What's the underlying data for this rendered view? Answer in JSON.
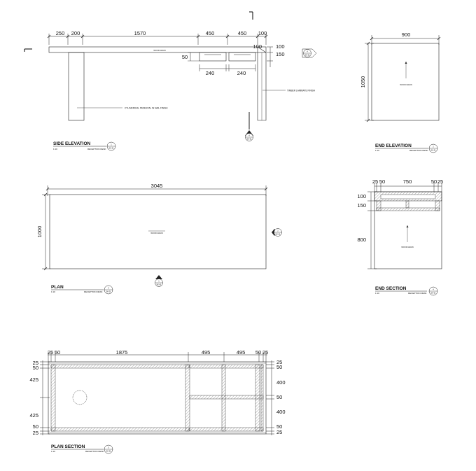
{
  "views": {
    "side_elevation": {
      "title": "SIDE ELEVATION",
      "scale": "1:10",
      "drawing": "RECEPTION DESK",
      "number": "1",
      "sheet": "SK-01",
      "dims_top": [
        "250",
        "200",
        "1570",
        "450",
        "450",
        "100"
      ],
      "dims_right": [
        "100",
        "150"
      ],
      "dim_50": "50",
      "dims_drawer": [
        "240",
        "240"
      ],
      "notes": [
        "WOOD GRAIN",
        "CYLINDRICAL PEDESTAL IN NAIL FINISH",
        "TIMBER LAMINATE FINISH"
      ],
      "tag_b": {
        "number": "4",
        "sheet": "SK-01"
      },
      "tag_c": {
        "number": "4",
        "sheet": "SK-01"
      }
    },
    "end_elevation": {
      "title": "END ELEVATION",
      "scale": "1:10",
      "drawing": "RECEPTION DESK",
      "number": "2",
      "sheet": "SK-01",
      "dim_width": "900",
      "dim_height": "1050",
      "note": "WOOD GRAIN"
    },
    "plan": {
      "title": "PLAN",
      "scale": "1:10",
      "drawing": "RECEPTION DESK",
      "number": "3",
      "sheet": "SK-01",
      "dim_width": "3045",
      "dim_height": "1000",
      "note": "WOOD GRAIN",
      "tag_right": {
        "number": "2",
        "sheet": "SK-01"
      },
      "tag_bottom": {
        "number": "1",
        "sheet": "SK-01"
      }
    },
    "end_section": {
      "title": "END SECTION",
      "scale": "1:10",
      "drawing": "RECEPTION DESK",
      "number": "4",
      "sheet": "SK-01",
      "dims_top": [
        "25",
        "50",
        "750",
        "50",
        "25"
      ],
      "dims_left": [
        "100",
        "150",
        "800"
      ],
      "note": "WOOD GRAIN"
    },
    "plan_section": {
      "title": "PLAN SECTION",
      "scale": "1:10",
      "drawing": "RECEPTION DESK",
      "number": "5",
      "sheet": "SK-01",
      "dims_top": [
        "25",
        "50",
        "1875",
        "495",
        "495",
        "50",
        "25"
      ],
      "dims_left": [
        "25",
        "50",
        "425",
        "425",
        "50",
        "25"
      ],
      "dims_right": [
        "25",
        "50",
        "400",
        "50",
        "400",
        "50",
        "25"
      ]
    }
  }
}
